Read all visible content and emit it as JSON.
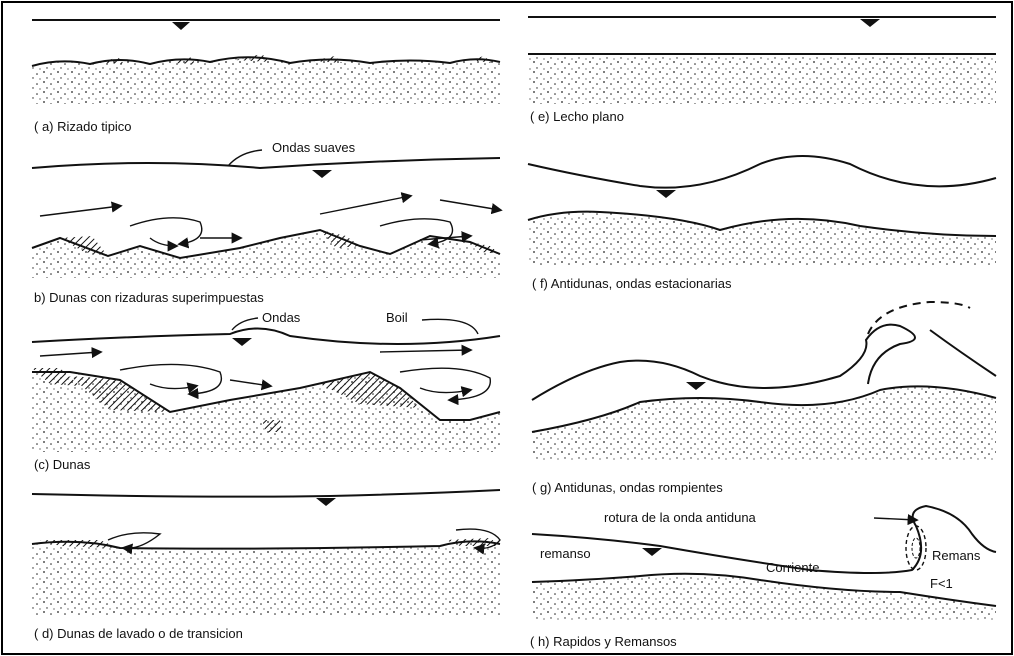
{
  "panels": {
    "a": {
      "caption": "( a)   Rizado tipico"
    },
    "b": {
      "caption": "b)  Dunas con rizaduras superimpuestas",
      "label_waves": "Ondas suaves"
    },
    "c": {
      "caption": "(c)   Dunas",
      "label_waves": "Ondas",
      "label_boil": "Boil"
    },
    "d": {
      "caption": "( d)   Dunas de lavado o de transicion"
    },
    "e": {
      "caption": "( e)   Lecho plano"
    },
    "f": {
      "caption": "( f)   Antidunas, ondas estacionarias"
    },
    "g": {
      "caption": "( g) Antidunas,  ondas rompientes"
    },
    "h": {
      "caption": "( h)   Rapidos y Remansos",
      "label_break": "rotura de la onda antiduna",
      "label_left": "remanso",
      "label_right": "Remans",
      "label_current": "Corriente",
      "label_froude": "F<1"
    }
  }
}
